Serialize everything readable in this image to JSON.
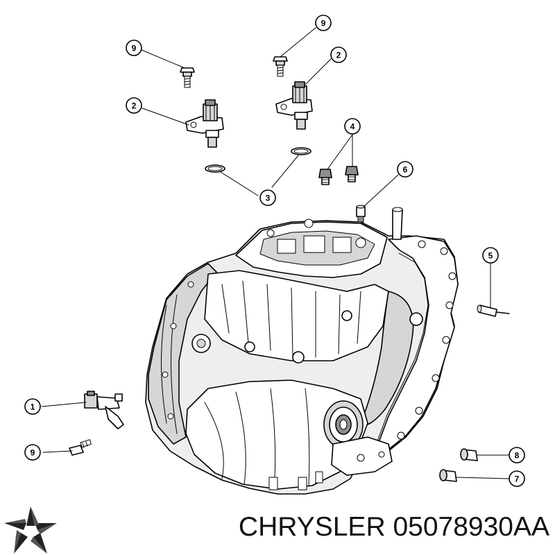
{
  "brand": {
    "name": "CHRYSLER",
    "part_number": "05078930AA",
    "logo_icon": "pentastar-logo-icon"
  },
  "callouts": [
    {
      "label": "9"
    },
    {
      "label": "9"
    },
    {
      "label": "2"
    },
    {
      "label": "2"
    },
    {
      "label": "4"
    },
    {
      "label": "3"
    },
    {
      "label": "6"
    },
    {
      "label": "5"
    },
    {
      "label": "1"
    },
    {
      "label": "9"
    },
    {
      "label": "8"
    },
    {
      "label": "7"
    }
  ]
}
